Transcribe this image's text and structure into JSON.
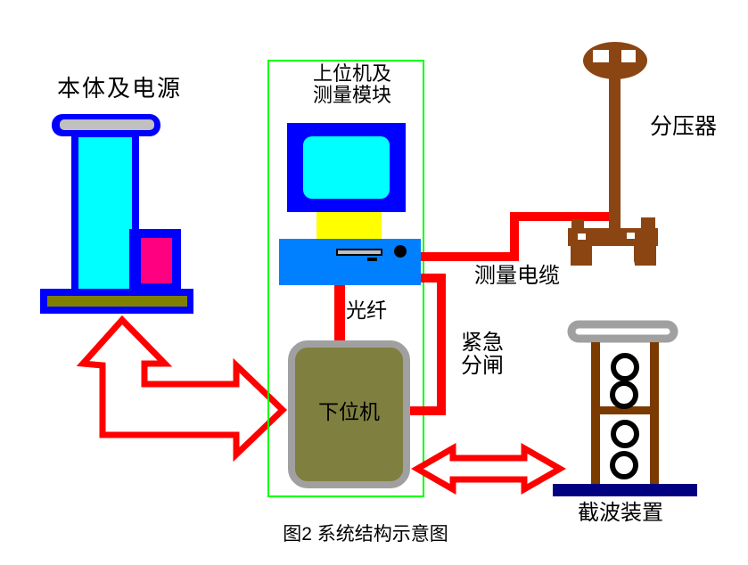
{
  "figure": {
    "caption": "图2 系统结构示意图"
  },
  "nodes": {
    "power_body": {
      "label": "本体及电源"
    },
    "host": {
      "label_line1": "上位机及",
      "label_line2": "测量模块"
    },
    "voltage_divider": {
      "label": "分压器"
    },
    "lower_computer": {
      "label": "下位机"
    },
    "chopper": {
      "label": "截波装置"
    }
  },
  "connections": {
    "fiber": {
      "label": "光纤"
    },
    "measurement_cable": {
      "label": "测量电缆"
    },
    "emergency_trip": {
      "label_line1": "紧急",
      "label_line2": "分闸"
    }
  },
  "palette": {
    "red": "#FF0000",
    "blue": "#0000FF",
    "cyan": "#00FFFF",
    "unit_blue": "#0080FF",
    "yellow": "#FFFF00",
    "pink": "#FF0080",
    "olive": "#7F7F3F",
    "olive_dark": "#808000",
    "silver": "#C0C0C0",
    "gray": "#A0A0A0",
    "green": "#00FF00",
    "brown": "#8B4513",
    "dark_brown": "#7B3A00",
    "navy": "#000080",
    "black": "#000000"
  }
}
